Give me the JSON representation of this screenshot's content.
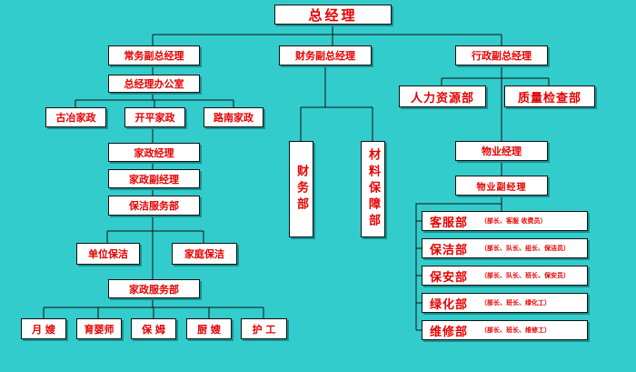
{
  "chart": {
    "top": "总经理",
    "left": {
      "title": "常务副总经理",
      "office": "总经理办公室",
      "branches": [
        "古冶家政",
        "开平家政",
        "路南家政"
      ],
      "mgr": "家政经理",
      "deputy": "家政副经理",
      "cleaning": "保洁服务部",
      "clean_sub": [
        "单位保洁",
        "家庭保洁"
      ],
      "service": "家政服务部",
      "service_sub": [
        "月 嫂",
        "育婴师",
        "保 姆",
        "厨 嫂",
        "护 工"
      ]
    },
    "center": {
      "title": "财务副总经理",
      "finance": "财务部",
      "materials": "材料保障部"
    },
    "right": {
      "title": "行政副总经理",
      "hr": "人力资源部",
      "qc": "质量检查部",
      "prop_mgr": "物业经理",
      "prop_deputy": "物业副经理",
      "departments": [
        {
          "name": "客服部",
          "note": "（部长、客服  收费员）"
        },
        {
          "name": "保洁部",
          "note": "（部长、队长、组长、保洁员）"
        },
        {
          "name": "保安部",
          "note": "（部长、队长、班长、保安员）"
        },
        {
          "name": "绿化部",
          "note": "（部长、班长、绿化工）"
        },
        {
          "name": "维修部",
          "note": "（部长、班长、维修工）"
        }
      ]
    }
  }
}
